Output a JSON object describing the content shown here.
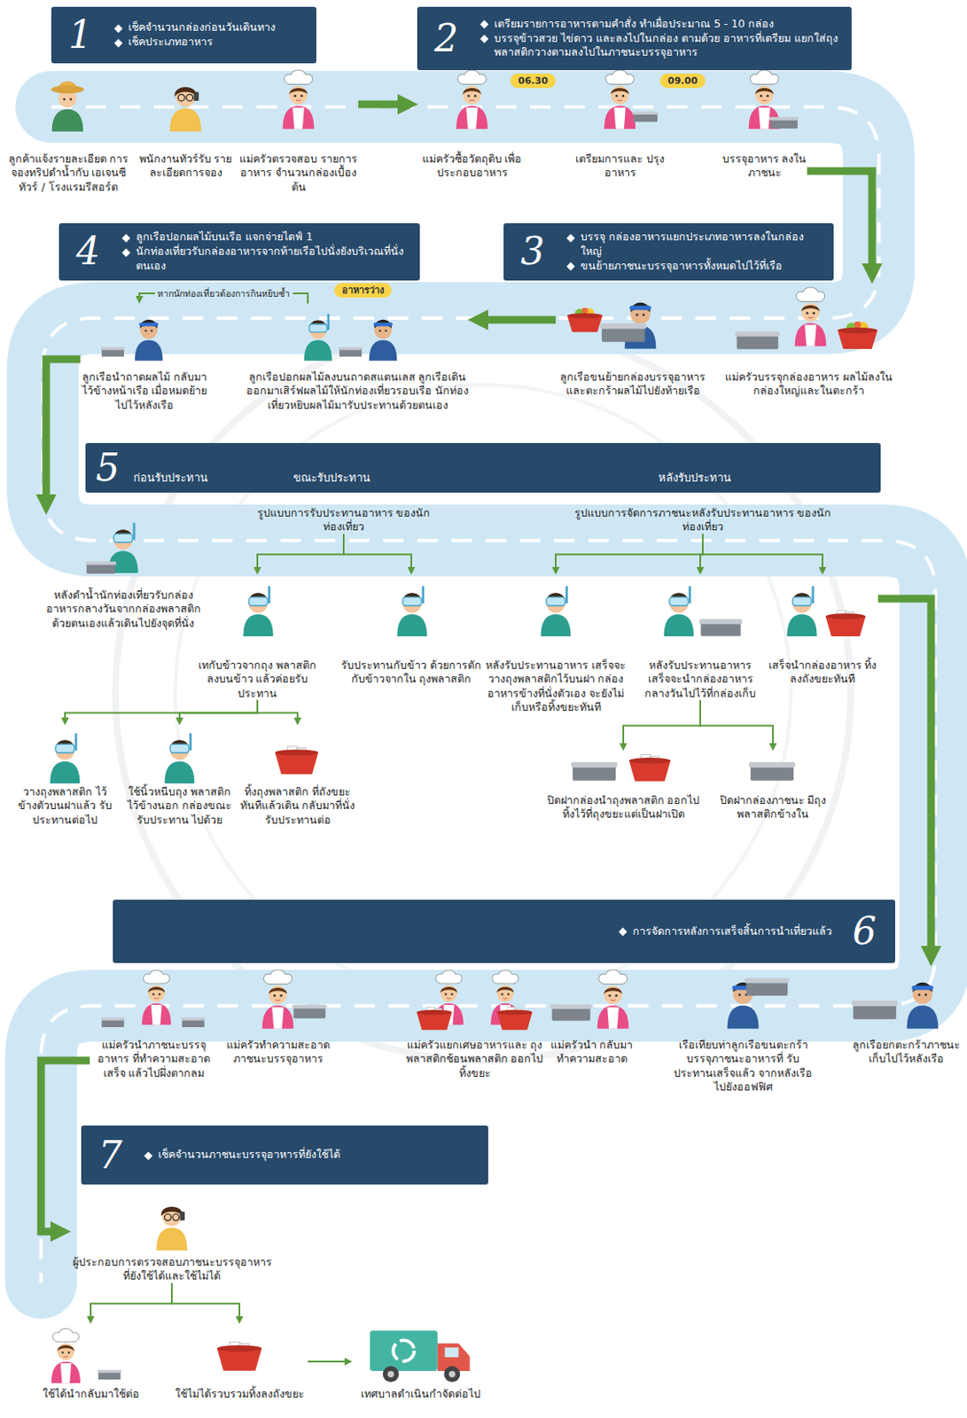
{
  "diagram": {
    "nodes": [
      {
        "text": [
          "1",
          "เช็คจำนวนกล่องก่อนวันเดินทาง",
          "เช็คประเภทอาหาร"
        ]
      },
      {
        "text": [
          "2",
          "เตรียมรายการอาหารตามคำสั่ง ทำเผื่อประมาณ 5 - 10 กล่อง",
          "บรรจุข้าวสวย ไข่ดาว และลงไปในกล่อง ตามด้วย อาหารที่เตรียม แยกใส่ถุงพลาสติกวางตามลงไปในภาชนะบรรจุอาหาร"
        ]
      },
      {
        "text": [
          "ลูกค้าแจ้งรายละเอียด การจองทริปดำน้ำกับ เอเจนซีทัวร์ / โรงแรมรีสอร์ต"
        ]
      },
      {
        "text": [
          "พนักงานทัวร์รับ รายละเอียดการจอง"
        ]
      },
      {
        "text": [
          "แม่ครัวตรวจสอบ รายการอาหาร จำนวนกล่องเบื้องต้น"
        ]
      },
      {
        "text": [
          "แม่ครัวซื้อวัตถุดิบ เพื่อประกอบอาหาร"
        ]
      },
      {
        "text": [
          "06.30"
        ]
      },
      {
        "text": [
          "เตรียมการและ ปรุงอาหาร"
        ]
      },
      {
        "text": [
          "09.00"
        ]
      },
      {
        "text": [
          "บรรจุอาหาร ลงในภาชนะ"
        ]
      },
      {
        "text": [
          "3",
          "บรรจุ กล่องอาหารแยกประเภทอาหารลงในกล่องใหญ่",
          "ขนย้ายภาชนะบรรจุอาหารทั้งหมดไปไว้ที่เรือ"
        ]
      },
      {
        "text": [
          "4",
          "ลูกเรือปอกผลไม้บนเรือ แจกจ่ายไดฟ์ 1",
          "นักท่องเที่ยวรับกล่องอาหารจากท้ายเรือไปนั่งยังบริเวณที่นั่งตนเอง"
        ]
      },
      {
        "text": [
          "แม่ครัวบรรจุกล่องอาหาร ผลไม้ลงในกล่องใหญ่และในตะกร้า"
        ]
      },
      {
        "text": [
          "ลูกเรือขนย้ายกล่องบรรจุอาหาร และตะกร้าผลไม้ไปยังท้ายเรือ"
        ]
      },
      {
        "text": [
          "ลูกเรือปอกผลไม้ลงบนถาดสแตนเลส ลูกเรือเดินออกมาเสิร์ฟผลไม้ให้นักท่องเที่ยวรอบเรือ นักท่องเที่ยวหยิบผลไม้มารับประทานด้วยตนเอง"
        ]
      },
      {
        "text": [
          "อาหารว่าง"
        ]
      },
      {
        "text": [
          "ลูกเรือนำถาดผลไม้ กลับมาไว้ข้างหน้าเรือ เมื่อหมดย้ายไปไว้หลังเรือ"
        ]
      },
      {
        "text": [
          "5",
          "ก่อนรับประทาน",
          "ขณะรับประทาน",
          "หลังรับประทาน"
        ]
      },
      {
        "text": [
          "หลังดำน้ำนักท่องเที่ยวรับกล่อง อาหารกลางวันจากกล่องพลาสติก ด้วยตนเองแล้วเดินไปยังจุดที่นั่ง"
        ]
      },
      {
        "text": [
          "รูปแบบการรับประทานอาหาร ของนักท่องเที่ยว"
        ]
      },
      {
        "text": [
          "เทกับข้าวจากถุง พลาสติกลงบนข้าว แล้วค่อยรับประทาน"
        ]
      },
      {
        "text": [
          "รับประทานกับข้าว ด้วยการตักกับข้าวจากใน ถุงพลาสติก"
        ]
      },
      {
        "text": [
          "วางถุงพลาสติก ไว้ข้างตัวบนฝาแล้ว รับประทานต่อไป"
        ]
      },
      {
        "text": [
          "ใช้นิ้วหนีบถุง พลาสติกไว้ข้างนอก กล่องขณะรับประทาน ไปด้วย"
        ]
      },
      {
        "text": [
          "ทิ้งถุงพลาสติก ที่ถังขยะทันทีแล้วเดิน กลับมาที่นั่งรับประทานต่อ"
        ]
      },
      {
        "text": [
          "รูปแบบการจัดการภาชนะหลังรับประทานอาหาร ของนักท่องเที่ยว"
        ]
      },
      {
        "text": [
          "หลังรับประทานอาหาร เสร็จจะวางถุงพลาสติกไว้บนฝา กล่องอาหารข้างที่นั่งตัวเอง จะยังไม่เก็บหรือทิ้งขยะทันที"
        ]
      },
      {
        "text": [
          "หลังรับประทานอาหาร เสร็จจะนำกล่องอาหาร กลางวันไปไว้ที่กล่องเก็บ"
        ]
      },
      {
        "text": [
          "เสร็จนำกล่องอาหาร ทิ้งลงถังขยะทันที"
        ]
      },
      {
        "text": [
          "ปิดฝากล่องนำถุงพลาสติก ออกไปทิ้งไว้ที่ถุงขยะแต่เป็นฝาเปิด"
        ]
      },
      {
        "text": [
          "ปิดฝากล่องภาชนะ มีถุงพลาสติกข้างใน"
        ]
      },
      {
        "text": [
          "6",
          "การจัดการหลังการเสร็จสิ้นการนำเที่ยวแล้ว"
        ]
      },
      {
        "text": [
          "ลูกเรือยกตะกร้าภาชนะ เก็บไปไว้หลังเรือ"
        ]
      },
      {
        "text": [
          "เรือเทียบท่าลูกเรือขนตะกร้า บรรจุภาชนะอาหารที่ รับประทานเสร็จแล้ว จากหลังเรือไปยังออฟฟิศ"
        ]
      },
      {
        "text": [
          "แม่ครัวนำ กลับมา ทำความสะอาด"
        ]
      },
      {
        "text": [
          "แม่ครัวแยกเศษอาหารและ ถุงพลาสติกช้อนพลาสติก ออกไปทิ้งขยะ"
        ]
      },
      {
        "text": [
          "แม่ครัวทำความสะอาด ภาชนะบรรจุอาหาร"
        ]
      },
      {
        "text": [
          "แม่ครัวนำภาชนะบรรจุอาหาร ที่ทำความสะอาดเสร็จ แล้วไปผึ่งตากลม"
        ]
      },
      {
        "text": [
          "7",
          "เช็คจำนวนภาชนะบรรจุอาหารที่ยังใช้ได้"
        ]
      },
      {
        "text": [
          "ผู้ประกอบการตรวจสอบภาชนะบรรจุอาหาร ที่ยังใช้ได้และใช้ไม่ได้"
        ]
      },
      {
        "text": [
          "ใช้ได้นำกลับมาใช้ต่อ"
        ]
      },
      {
        "text": [
          "ใช้ไม่ได้รวบรวมทิ้งลงถังขยะ"
        ]
      },
      {
        "text": [
          "เทศบาลดำเนินกำจัดต่อไป"
        ]
      }
    ],
    "edges": [
      {
        "from": 4,
        "to": 5,
        "arrow": "to"
      },
      {
        "from": 9,
        "to": 12,
        "arrow": "to"
      },
      {
        "from": 13,
        "to": 14,
        "arrow": "to"
      },
      {
        "from": 14,
        "to": 16,
        "label": "หากนักท่องเที่ยวต้องการกินหยิบซ้ำ",
        "arrow": "to"
      },
      {
        "from": 16,
        "to": 18,
        "arrow": "to"
      },
      {
        "from": 19,
        "to": 20,
        "arrow": "to"
      },
      {
        "from": 19,
        "to": 21,
        "arrow": "to"
      },
      {
        "from": 20,
        "to": 22,
        "arrow": "to"
      },
      {
        "from": 20,
        "to": 23,
        "arrow": "to"
      },
      {
        "from": 20,
        "to": 24,
        "arrow": "to"
      },
      {
        "from": 25,
        "to": 26,
        "arrow": "to"
      },
      {
        "from": 25,
        "to": 27,
        "arrow": "to"
      },
      {
        "from": 25,
        "to": 28,
        "arrow": "to"
      },
      {
        "from": 27,
        "to": 29,
        "arrow": "to"
      },
      {
        "from": 27,
        "to": 30,
        "arrow": "to"
      },
      {
        "from": 28,
        "to": 32,
        "arrow": "to"
      },
      {
        "from": 37,
        "to": 39,
        "arrow": "to"
      },
      {
        "from": 39,
        "to": 40,
        "arrow": "to"
      },
      {
        "from": 39,
        "to": 41,
        "arrow": "to"
      },
      {
        "from": 41,
        "to": 42,
        "arrow": "to"
      }
    ]
  }
}
